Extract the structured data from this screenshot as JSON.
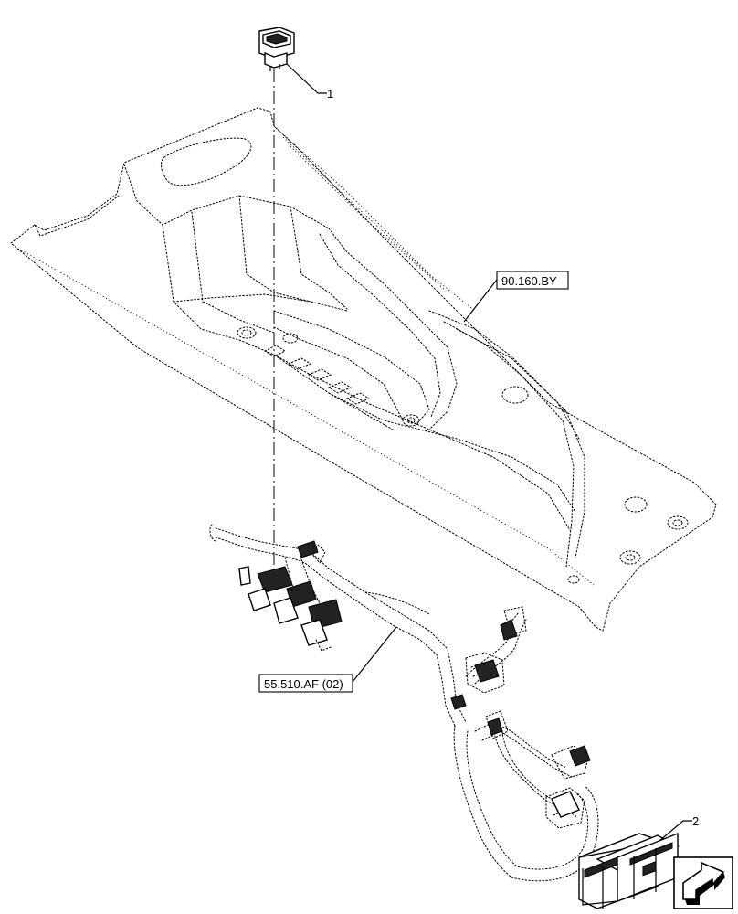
{
  "callouts": {
    "item1": "1",
    "item2": "2",
    "ref_console": "90.160.BY",
    "ref_harness": "55.510.AF (02)"
  },
  "icons": {
    "kit_box": "kit-box-icon",
    "navigation_arrow": "nav-arrow-icon"
  }
}
